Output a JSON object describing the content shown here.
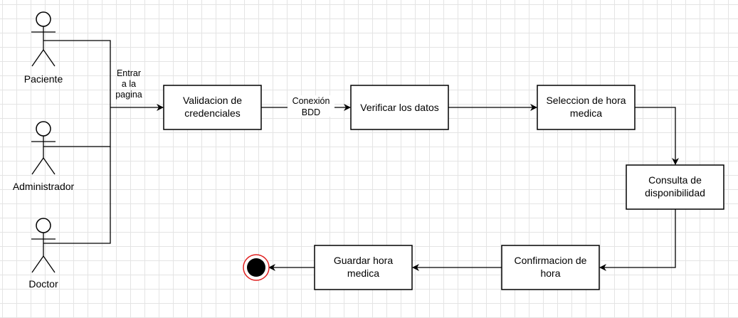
{
  "actors": [
    {
      "id": "paciente",
      "label": "Paciente"
    },
    {
      "id": "administrador",
      "label": "Administrador"
    },
    {
      "id": "doctor",
      "label": "Doctor"
    }
  ],
  "nodes": {
    "validacion": [
      "Validacion de",
      "credenciales"
    ],
    "verificar": [
      "Verificar los datos"
    ],
    "seleccion": [
      "Seleccion de hora",
      "medica"
    ],
    "consulta": [
      "Consulta de",
      "disponibilidad"
    ],
    "confirmacion": [
      "Confirmacion de",
      "hora"
    ],
    "guardar": [
      "Guardar hora",
      "medica"
    ]
  },
  "edge_labels": {
    "entrar": [
      "Entrar",
      "a la",
      "pagina"
    ],
    "conexion": [
      "Conexión",
      "BDD"
    ]
  },
  "colors": {
    "end_ring": "#e02020",
    "end_fill": "#000000",
    "line": "#000000"
  }
}
